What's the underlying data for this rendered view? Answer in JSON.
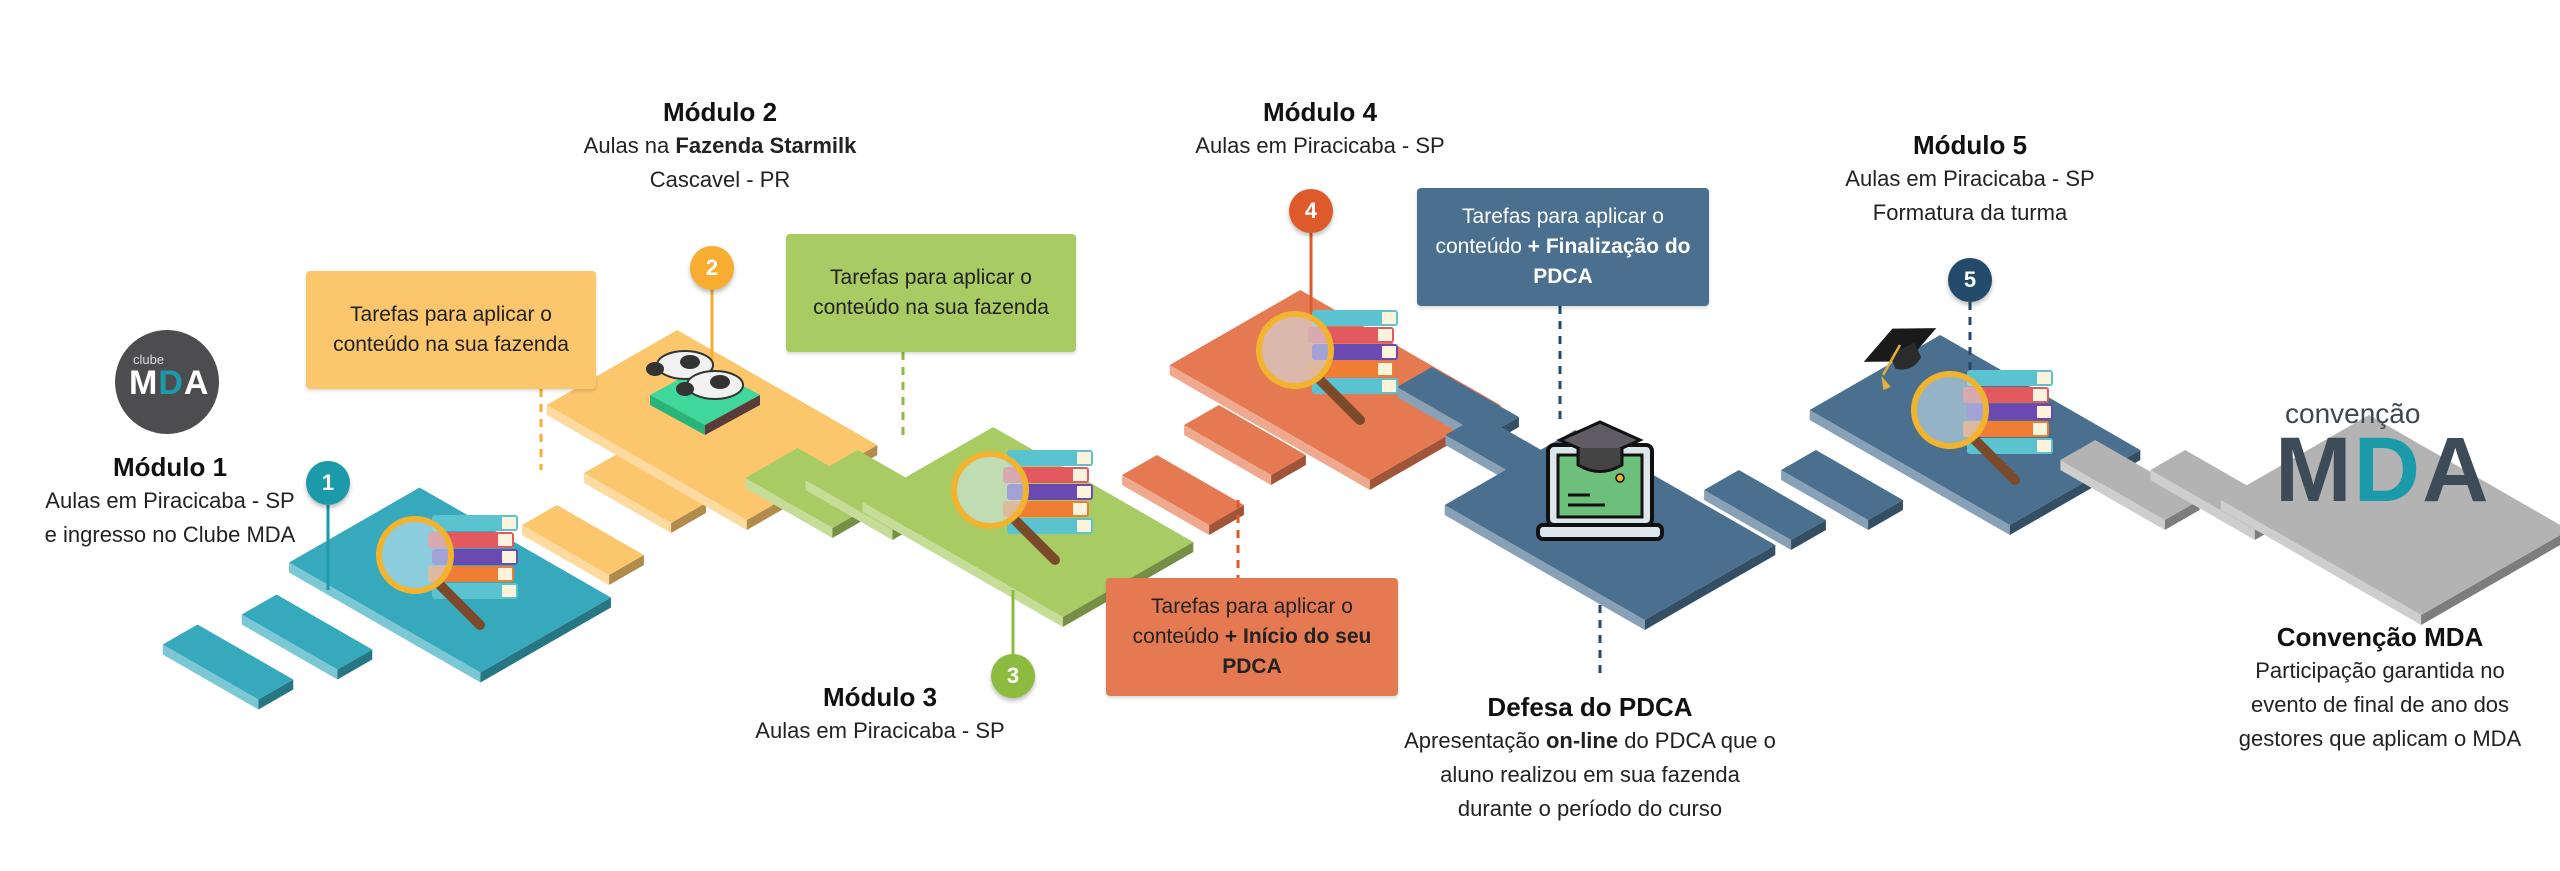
{
  "colors": {
    "module1": "#36a9bd",
    "module2": "#fcc66c",
    "module3": "#a8cb63",
    "module4": "#e57a52",
    "module5": "#4a6f8f",
    "convention": "#b3b3b3",
    "badge1": "#1b9aaa",
    "badge2": "#f6ad32",
    "badge3": "#8dbb3f",
    "badge4": "#df5a2a",
    "badge5": "#234a6b"
  },
  "logos": {
    "clube": {
      "small": "clube",
      "main_left": "M",
      "main_accent": "D",
      "main_right": "A"
    },
    "convencao": {
      "small": "convenção",
      "main_left": "M",
      "main_accent": "D",
      "main_right": "A"
    }
  },
  "modules": [
    {
      "badge": "1",
      "title": "Módulo 1",
      "lines": [
        "Aulas em Piracicaba - SP",
        "e ingresso no Clube MDA"
      ]
    },
    {
      "badge": "2",
      "title": "Módulo 2",
      "line1_pre": "Aulas na ",
      "line1_bold": "Fazenda Starmilk",
      "line2": "Cascavel - PR"
    },
    {
      "badge": "3",
      "title": "Módulo 3",
      "lines": [
        "Aulas em Piracicaba - SP"
      ]
    },
    {
      "badge": "4",
      "title": "Módulo 4",
      "lines": [
        "Aulas em Piracicaba - SP"
      ]
    },
    {
      "badge": "5",
      "title": "Módulo 5",
      "lines": [
        "Aulas em Piracicaba - SP",
        "Formatura da turma"
      ]
    }
  ],
  "tasks": [
    {
      "line1": "Tarefas para aplicar o",
      "line2": "conteúdo na sua fazenda"
    },
    {
      "line1": "Tarefas para aplicar o",
      "line2": "conteúdo na sua fazenda"
    },
    {
      "line1": "Tarefas para aplicar o",
      "line2_pre": "conteúdo ",
      "line2_bold": "+ Início do seu",
      "line3_bold": "PDCA"
    },
    {
      "line1": "Tarefas para aplicar o",
      "line2_pre": "conteúdo ",
      "line2_bold": "+ Finalização do",
      "line3_bold": "PDCA"
    }
  ],
  "defesa": {
    "title": "Defesa do PDCA",
    "line1_pre": "Apresentação ",
    "line1_bold": "on-line",
    "line1_post": " do PDCA que o",
    "line2": "aluno realizou em sua fazenda",
    "line3": "durante o período do curso"
  },
  "convencao": {
    "title": "Convenção MDA",
    "lines": [
      "Participação garantida no",
      "evento de final de ano dos",
      "gestores que aplicam o MDA"
    ]
  },
  "icons": [
    "books-magnifier-icon",
    "cows-icon",
    "laptop-graduation-icon",
    "graduation-cap-icon"
  ]
}
